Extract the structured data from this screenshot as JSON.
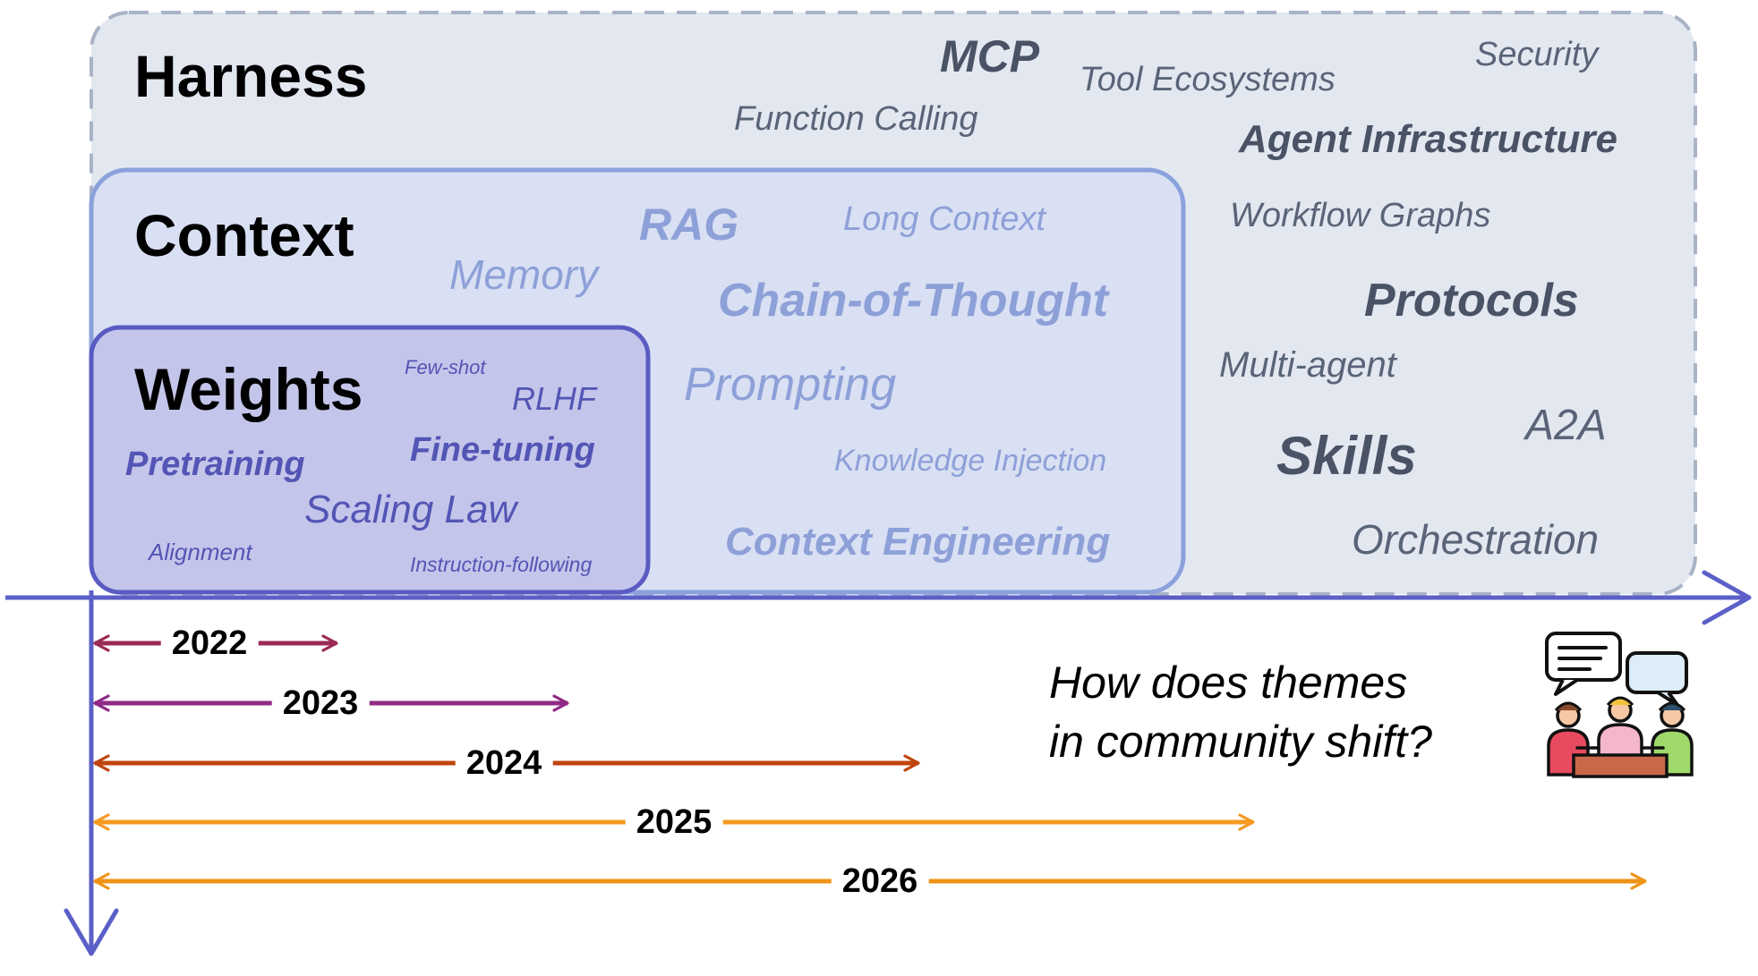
{
  "layers": {
    "harness": {
      "title": "Harness",
      "terms": [
        "MCP",
        "Tool Ecosystems",
        "Security",
        "Function Calling",
        "Agent Infrastructure",
        "Workflow Graphs",
        "Protocols",
        "Multi-agent",
        "A2A",
        "Skills",
        "Orchestration"
      ]
    },
    "context": {
      "title": "Context",
      "terms": [
        "RAG",
        "Long Context",
        "Memory",
        "Chain-of-Thought",
        "Prompting",
        "Knowledge Injection",
        "Context Engineering"
      ]
    },
    "weights": {
      "title": "Weights",
      "terms": [
        "Few-shot",
        "RLHF",
        "Fine-tuning",
        "Pretraining",
        "Scaling Law",
        "Alignment",
        "Instruction-following"
      ]
    }
  },
  "years": [
    {
      "label": "2022",
      "color": "#9b2a55"
    },
    {
      "label": "2023",
      "color": "#8e2a86"
    },
    {
      "label": "2024",
      "color": "#c0450e"
    },
    {
      "label": "2025",
      "color": "#f59a22"
    },
    {
      "label": "2026",
      "color": "#ef9316"
    }
  ],
  "question": {
    "line1": "How does themes",
    "line2": "in community shift?"
  },
  "icon": "community-discussion-icon",
  "colors": {
    "axis": "#5b5fc7",
    "harness_fill": "#e3e8f0",
    "harness_border": "#a9b3c6",
    "context_fill": "#d9e0f3",
    "context_border": "#8aa1dc",
    "weights_fill": "#c4c5ea",
    "weights_border": "#5a5bc2"
  }
}
